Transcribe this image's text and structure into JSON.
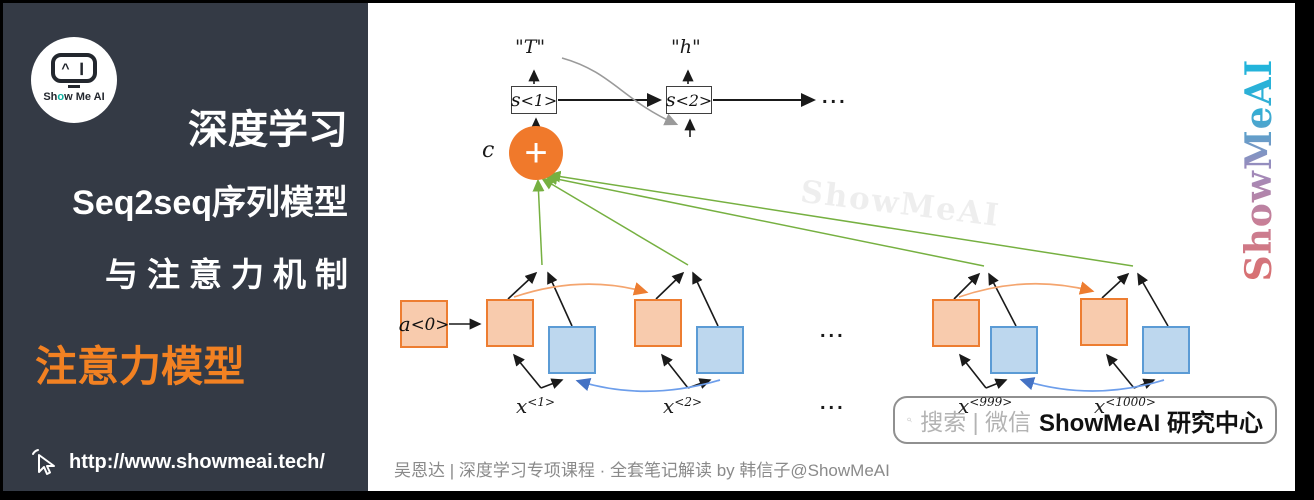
{
  "sidebar": {
    "logo": {
      "eye_left": "^",
      "eye_right": "❙",
      "brand_pre": "Sh",
      "brand_o": "o",
      "brand_post": "w Me AI"
    },
    "title_line1": "深度学习",
    "title_line2": "Seq2seq序列模型",
    "title_line3": "与注意力机制",
    "subtitle": "注意力模型",
    "url": "http://www.showmeai.tech/"
  },
  "diagram": {
    "output1": "\"T\"",
    "output2": "\"h\"",
    "state1": {
      "base": "s",
      "sup": "<1>"
    },
    "state2": {
      "base": "s",
      "sup": "<2>"
    },
    "context_label": "c",
    "plus": "+",
    "a0": {
      "base": "a",
      "sup": "<0>"
    },
    "x1": {
      "base": "x",
      "sup": "<1>"
    },
    "x2": {
      "base": "x",
      "sup": "<2>"
    },
    "x999": {
      "base": "x",
      "sup": "<999>"
    },
    "x1000": {
      "base": "x",
      "sup": "<1000>"
    },
    "ellipsis": "...",
    "watermark": "ShowMeAI"
  },
  "search_box": {
    "query_hint": "搜索 | 微信",
    "brand": "ShowMeAI 研究中心"
  },
  "footer": {
    "caption": "吴恩达 | 深度学习专项课程 · 全套笔记解读 by 韩信子@ShowMeAI"
  },
  "side_brand": {
    "text": "ShowMeAI"
  },
  "colors": {
    "sidebar_bg": "#343a45",
    "accent_orange": "#f28122",
    "plus_orange": "#f0792b",
    "node_orange_fill": "#f8cbad",
    "node_orange_border": "#ed7d31",
    "node_blue_fill": "#bdd7ee",
    "node_blue_border": "#5b9bd5",
    "attention_green": "#76b041",
    "caption_gray": "#8a8a8a"
  }
}
